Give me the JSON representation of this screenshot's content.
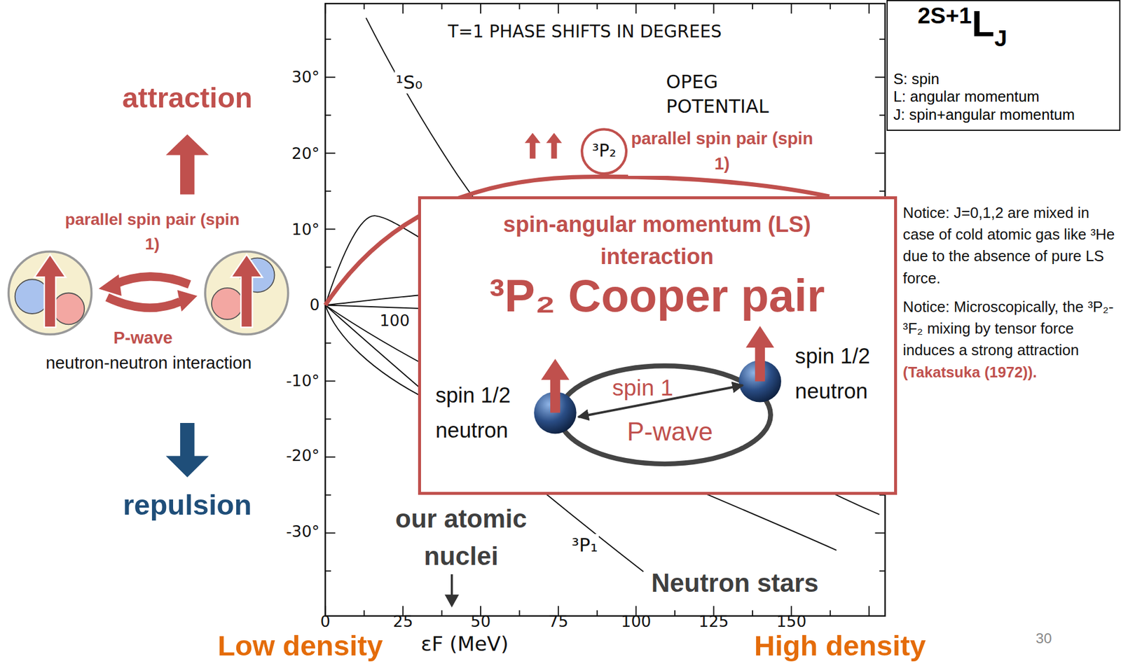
{
  "diagram": {
    "nodes": [
      {
        "text": [
          "spin-angular momentum (LS) interaction",
          "³P₂ Cooper pair"
        ]
      },
      {
        "text": [
          "spin 1/2 neutron"
        ],
        "in": 0
      },
      {
        "text": [
          "spin 1/2 neutron"
        ],
        "in": 0
      },
      {
        "text": [
          "2S+1",
          "L",
          "J",
          "S: spin",
          "L: angular momentum",
          "J: spin+angular momentum"
        ]
      }
    ],
    "edges": [
      {
        "from": 1,
        "to": 2,
        "arrow": "both",
        "label": "spin 1"
      }
    ],
    "labels": [
      "attraction",
      "parallel spin pair (spin 1)",
      "P-wave",
      "neutron-neutron interaction",
      "repulsion",
      "T=1 PHASE SHIFTS IN DEGREES",
      "OPEG POTENTIAL",
      "¹S₀",
      "³P₂",
      "parallel spin pair (spin 1)",
      "³P₁",
      "30°",
      "20°",
      "10°",
      "0",
      "-10°",
      "-20°",
      "-30°",
      "0",
      "25",
      "50",
      "75",
      "100",
      "125",
      "150",
      "100",
      "our atomic nuclei",
      "Neutron stars",
      "Low density",
      "εF (MeV)",
      "High density",
      "30",
      "Notice: J=0,1,2 are mixed in case of cold atomic gas like ³He due to the absence of pure LS force.",
      "Notice: Microscopically, the ³P₂-³F₂ mixing by tensor force induces a strong attraction",
      "(Takatsuka (1972)).",
      "P-wave"
    ]
  }
}
